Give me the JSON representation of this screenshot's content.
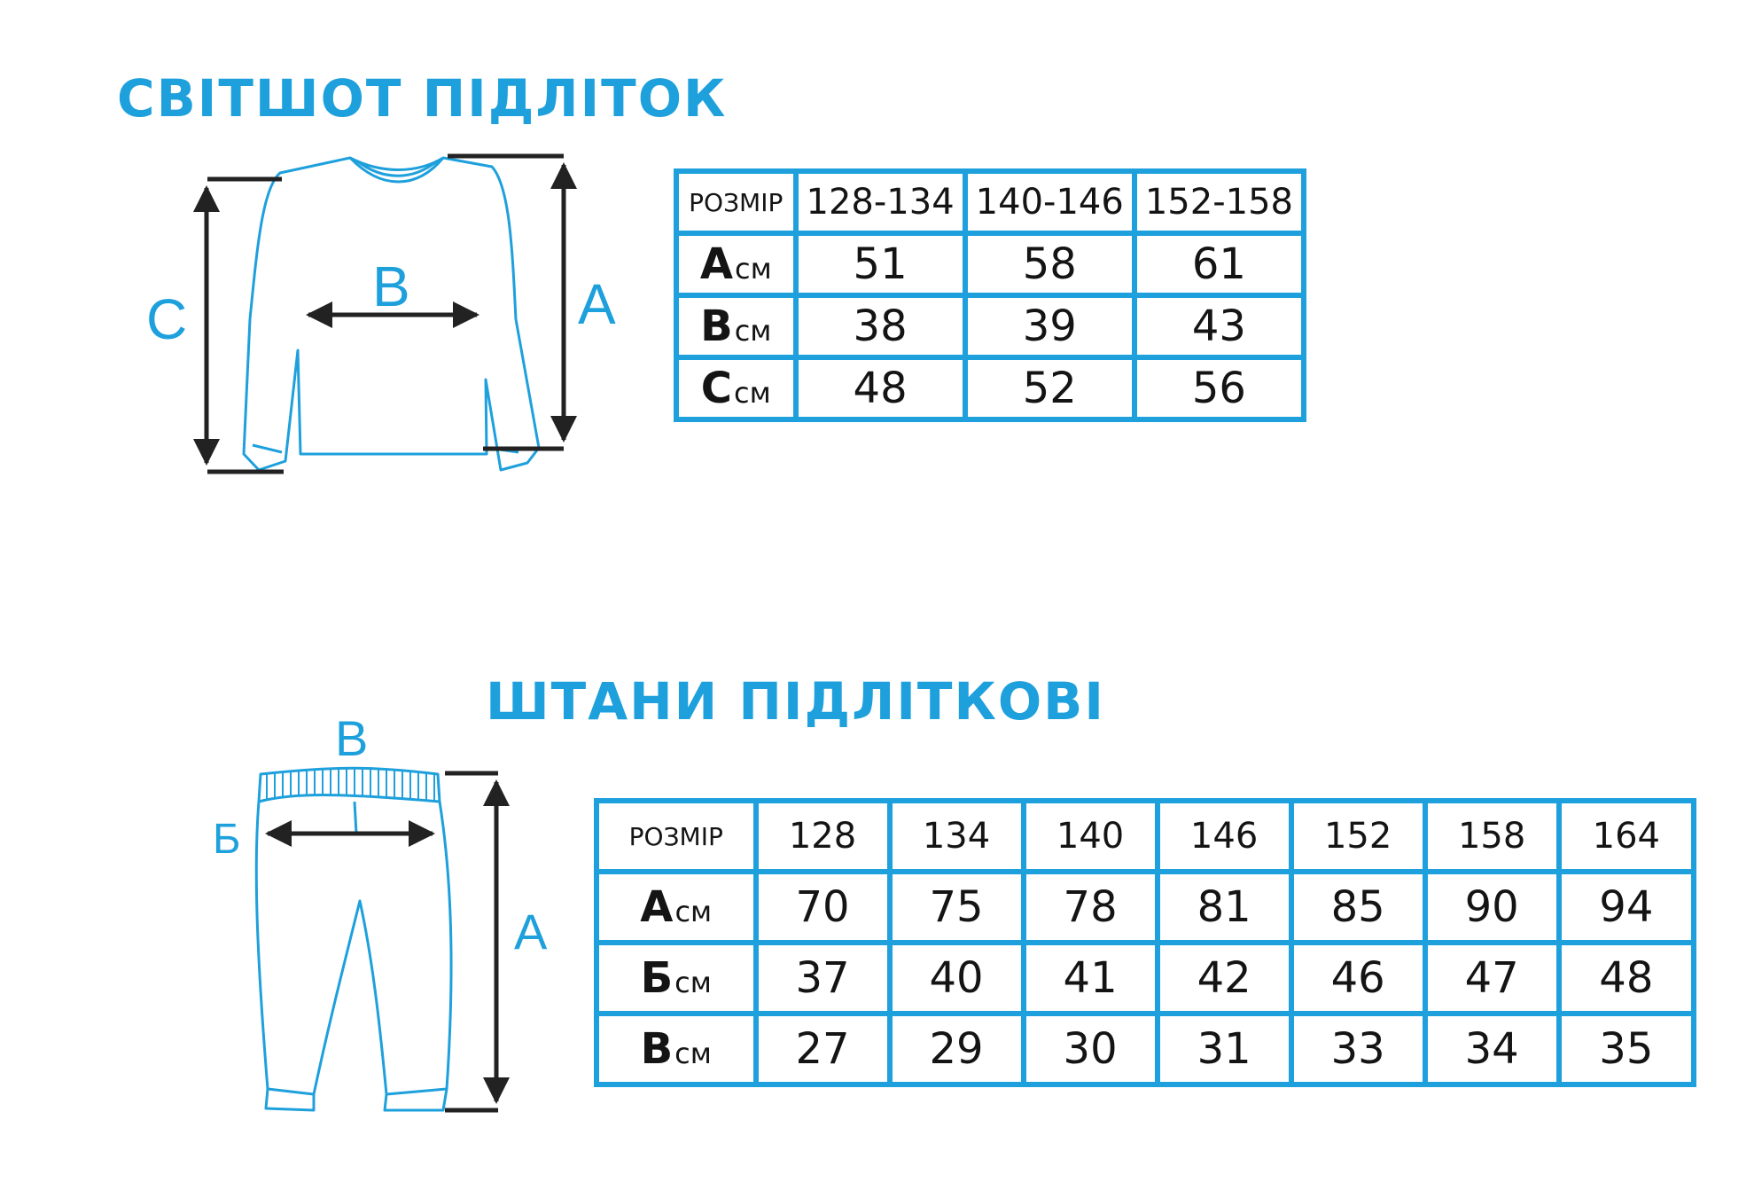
{
  "sweatshirt": {
    "title": "СВІТШОТ ПІДЛІТОК",
    "diagram_labels": {
      "a": "A",
      "b": "B",
      "c": "C"
    },
    "table": {
      "header_label": "РОЗМІР",
      "sizes": [
        "128-134",
        "140-146",
        "152-158"
      ],
      "rows": [
        {
          "letter": "A",
          "unit": "см",
          "values": [
            "51",
            "58",
            "61"
          ]
        },
        {
          "letter": "B",
          "unit": "см",
          "values": [
            "38",
            "39",
            "43"
          ]
        },
        {
          "letter": "C",
          "unit": "см",
          "values": [
            "48",
            "52",
            "56"
          ]
        }
      ]
    }
  },
  "pants": {
    "title": "ШТАНИ ПІДЛІТКОВІ",
    "diagram_labels": {
      "b": "B",
      "be": "Б",
      "a": "A"
    },
    "table": {
      "header_label": "РОЗМІР",
      "sizes": [
        "128",
        "134",
        "140",
        "146",
        "152",
        "158",
        "164"
      ],
      "rows": [
        {
          "letter": "A",
          "unit": "см",
          "values": [
            "70",
            "75",
            "78",
            "81",
            "85",
            "90",
            "94"
          ]
        },
        {
          "letter": "Б",
          "unit": "см",
          "values": [
            "37",
            "40",
            "41",
            "42",
            "46",
            "47",
            "48"
          ]
        },
        {
          "letter": "B",
          "unit": "см",
          "values": [
            "27",
            "29",
            "30",
            "31",
            "33",
            "34",
            "35"
          ]
        }
      ]
    }
  },
  "colors": {
    "accent": "#1ea0dc",
    "text": "#141414",
    "line": "#222222"
  }
}
